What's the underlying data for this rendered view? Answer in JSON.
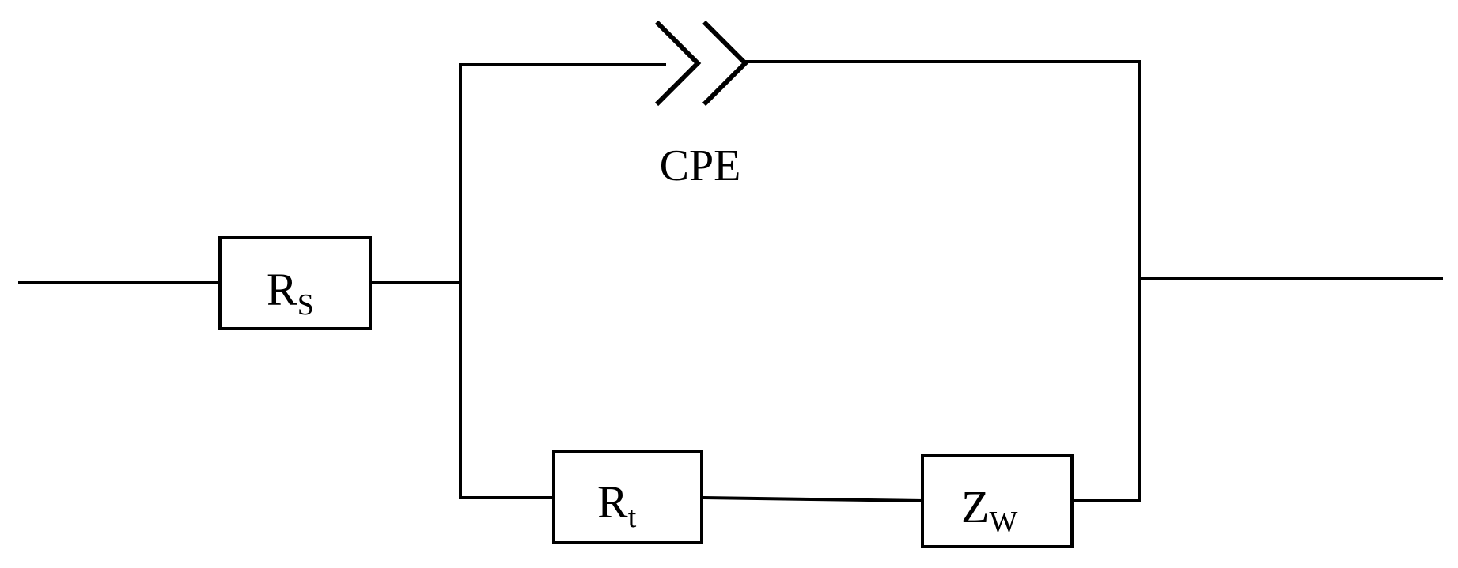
{
  "diagram": {
    "colors": {
      "line": "#000000",
      "background": "#ffffff",
      "text": "#000000"
    },
    "components": {
      "rs": {
        "symbol": "R",
        "subscript": "S"
      },
      "cpe": {
        "label": "CPE"
      },
      "rt": {
        "symbol": "R",
        "subscript": "t"
      },
      "zw": {
        "symbol": "Z",
        "subscript": "W"
      }
    }
  }
}
